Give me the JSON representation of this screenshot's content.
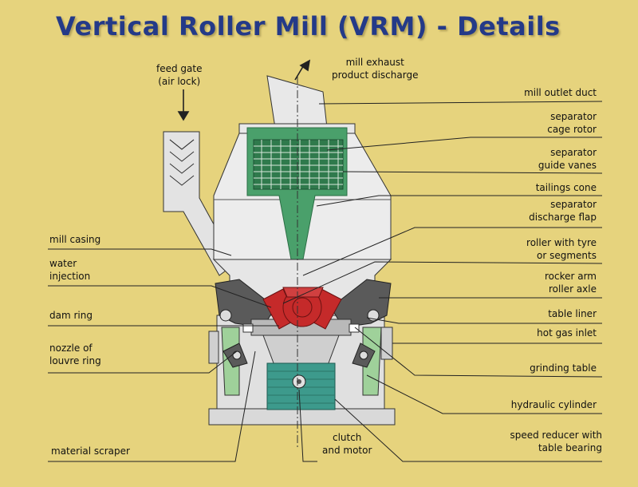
{
  "title": "Vertical Roller Mill (VRM) - Details",
  "colors": {
    "background": "#e6d37d",
    "title": "#243a88",
    "casing": "#ececec",
    "separator": "#4aa06b",
    "separator_dark": "#2f7a4c",
    "roller": "#c52a2a",
    "gearbox": "#3d9a8c",
    "rocker": "#5a5a5a"
  },
  "labels": {
    "feed_gate_1": "feed gate",
    "feed_gate_2": "(air lock)",
    "mill_exhaust_1": "mill exhaust",
    "mill_exhaust_2": "product discharge",
    "mill_outlet_duct": "mill outlet duct",
    "separator_cage_rotor_1": "separator",
    "separator_cage_rotor_2": "cage rotor",
    "separator_guide_vanes_1": "separator",
    "separator_guide_vanes_2": "guide vanes",
    "tailings_cone": "tailings cone",
    "separator_discharge_flap_1": "separator",
    "separator_discharge_flap_2": "discharge flap",
    "roller_tyre_1": "roller with tyre",
    "roller_tyre_2": "or segments",
    "rocker_arm_1": "rocker arm",
    "rocker_arm_2": "roller axle",
    "table_liner": "table liner",
    "hot_gas_inlet": "hot gas inlet",
    "grinding_table": "grinding table",
    "hydraulic_cylinder": "hydraulic cylinder",
    "speed_reducer_1": "speed reducer with",
    "speed_reducer_2": "table bearing",
    "mill_casing": "mill casing",
    "water_injection_1": "water",
    "water_injection_2": "injection",
    "dam_ring": "dam ring",
    "nozzle_louvre_1": "nozzle of",
    "nozzle_louvre_2": "louvre ring",
    "material_scraper": "material scraper",
    "clutch_motor_1": "clutch",
    "clutch_motor_2": "and motor"
  }
}
